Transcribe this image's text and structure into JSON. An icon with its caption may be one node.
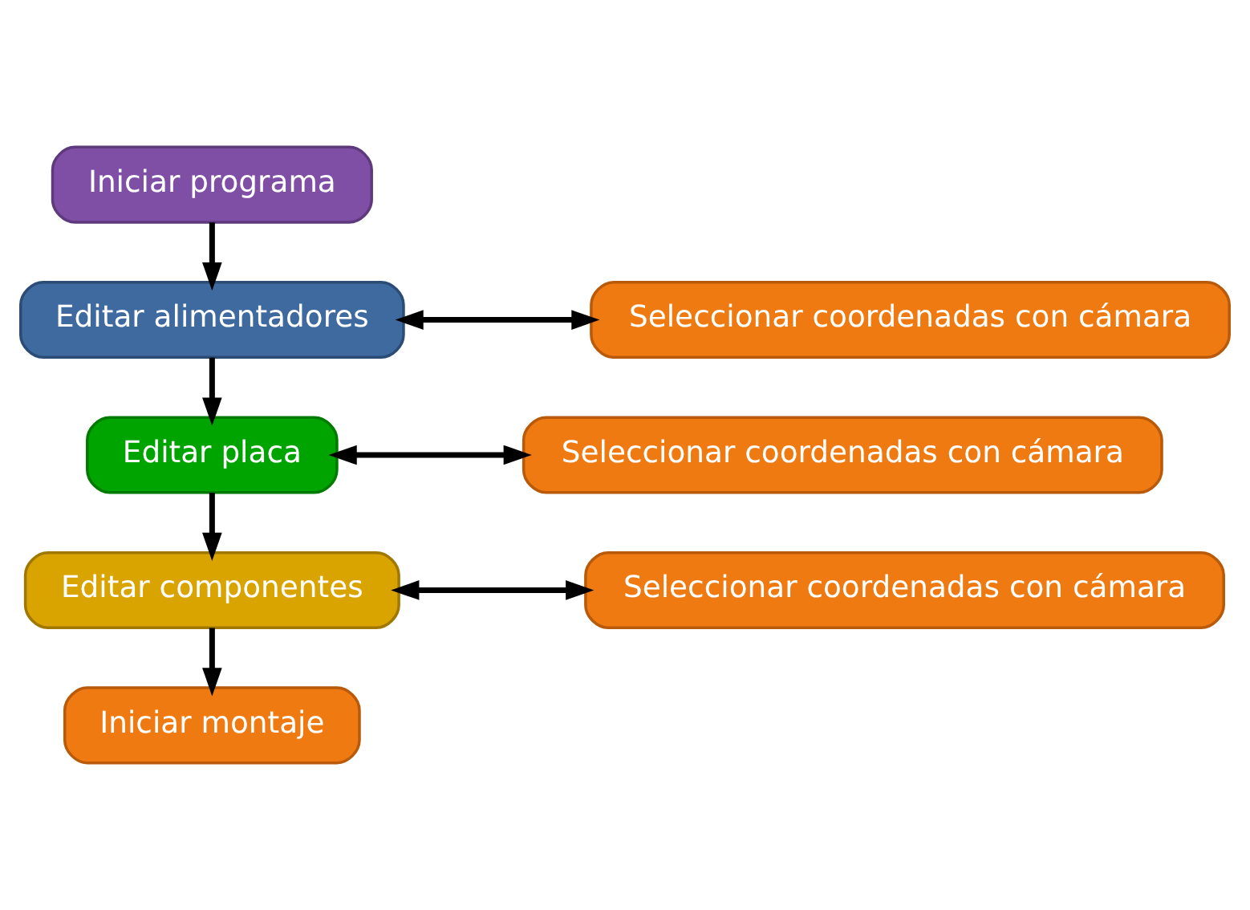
{
  "diagram": {
    "nodes": [
      {
        "text": [
          "Iniciar programa"
        ]
      },
      {
        "text": [
          "Editar alimentadores"
        ]
      },
      {
        "text": [
          "Seleccionar coordenadas con cámara"
        ]
      },
      {
        "text": [
          "Editar placa"
        ]
      },
      {
        "text": [
          "Seleccionar coordenadas con cámara"
        ]
      },
      {
        "text": [
          "Editar componentes"
        ]
      },
      {
        "text": [
          "Seleccionar coordenadas con cámara"
        ]
      },
      {
        "text": [
          "Iniciar montaje"
        ]
      }
    ],
    "edges": [
      {
        "from": 0,
        "to": 1,
        "arrow": "to"
      },
      {
        "from": 1,
        "to": 2,
        "arrow": "both"
      },
      {
        "from": 1,
        "to": 3,
        "arrow": "to"
      },
      {
        "from": 3,
        "to": 4,
        "arrow": "both"
      },
      {
        "from": 3,
        "to": 5,
        "arrow": "to"
      },
      {
        "from": 5,
        "to": 6,
        "arrow": "both"
      },
      {
        "from": 5,
        "to": 7,
        "arrow": "to"
      }
    ]
  }
}
